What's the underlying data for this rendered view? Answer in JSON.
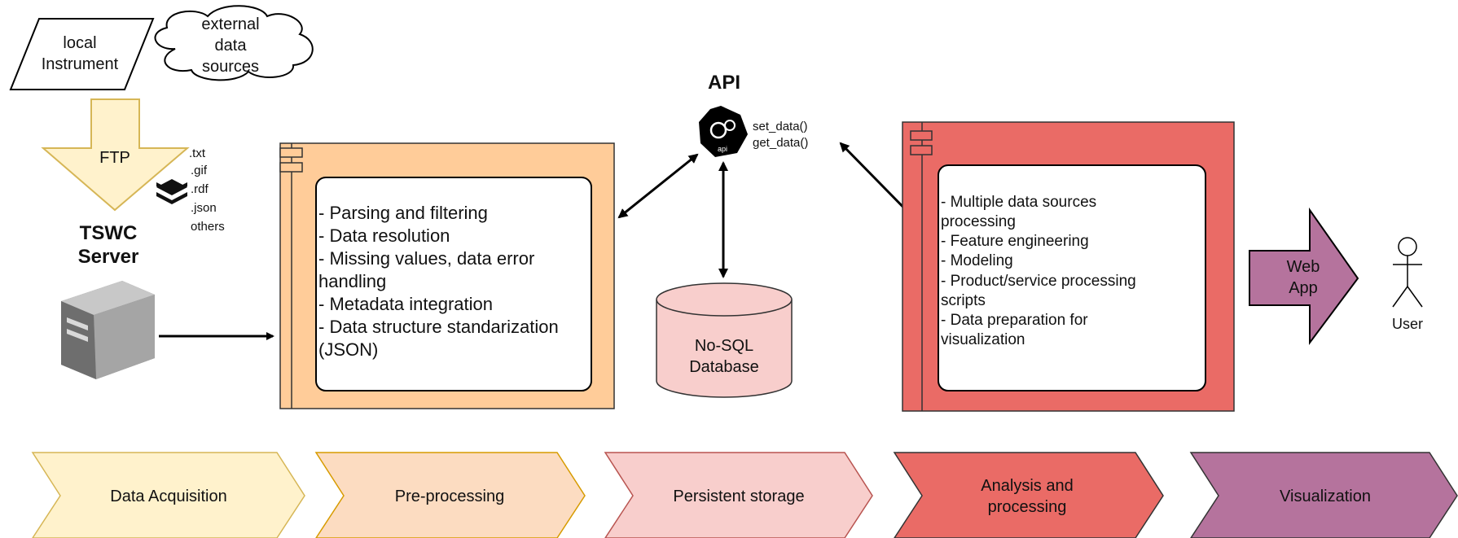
{
  "sources": {
    "instrument_lines": [
      "local",
      "Instrument"
    ],
    "external_lines": [
      "external",
      "data",
      "sources"
    ]
  },
  "ftp_label": "FTP",
  "file_types": [
    ".txt",
    ".gif",
    ".rdf",
    ".json",
    "others"
  ],
  "server": {
    "title_lines": [
      "TSWC",
      "Server"
    ]
  },
  "preprocessing_box": {
    "lines": [
      "- Parsing and filtering",
      "- Data resolution",
      "- Missing values, data error",
      "handling",
      "- Metadata integration",
      "- Data structure standarization",
      "(JSON)"
    ]
  },
  "api": {
    "title": "API",
    "icon_text": "api",
    "methods": [
      "set_data()",
      "get_data()"
    ]
  },
  "database": {
    "lines": [
      "No-SQL",
      "Database"
    ]
  },
  "analysis_box": {
    "lines": [
      "- Multiple data sources",
      "processing",
      "- Feature engineering",
      "- Modeling",
      "- Product/service processing",
      "scripts",
      "- Data preparation for",
      "visualization"
    ]
  },
  "webapp_lines": [
    "Web",
    "App"
  ],
  "user_label": "User",
  "stages": [
    {
      "lines": [
        "Data Acquisition"
      ],
      "color": "#fff2cc"
    },
    {
      "lines": [
        "Pre-processing"
      ],
      "color": "#fcdcc1"
    },
    {
      "lines": [
        "Persistent storage"
      ],
      "color": "#f8cecc"
    },
    {
      "lines": [
        "Analysis and",
        "processing"
      ],
      "color": "#ea6b66"
    },
    {
      "lines": [
        "Visualization"
      ],
      "color": "#b5739d"
    }
  ],
  "colors": {
    "background": "#000000",
    "acquisition": "#fff2cc",
    "preprocessing": "#ffcc99",
    "storage": "#f8cecc",
    "analysis": "#ea6b66",
    "visualization": "#b5739d"
  }
}
